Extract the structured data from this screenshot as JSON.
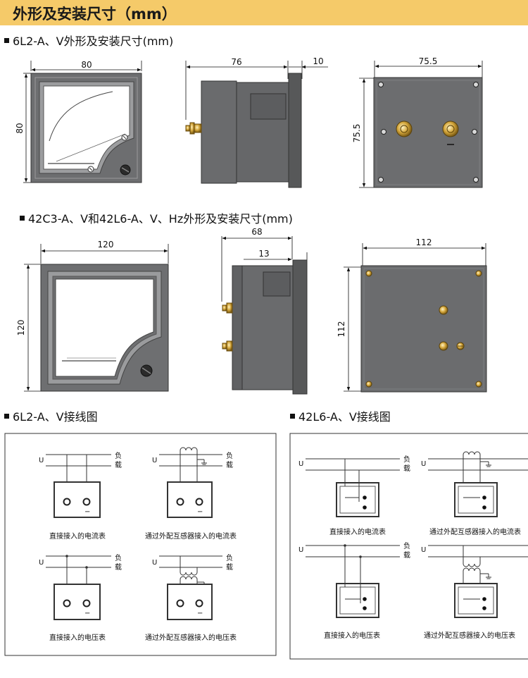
{
  "header": {
    "title": "外形及安装尺寸（mm）"
  },
  "sections": {
    "s1": "6L2-A、V外形及安装尺寸(mm)",
    "s2": "42C3-A、V和42L6-A、V、Hz外形及安装尺寸(mm)",
    "s3": "6L2-A、V接线图",
    "s4": "42L6-A、V接线图"
  },
  "dims": {
    "d80w": "80",
    "d80h": "80",
    "d76": "76",
    "d10": "10",
    "d755w": "75.5",
    "d755h": "75.5",
    "d120w": "120",
    "d120h": "120",
    "d68": "68",
    "d13": "13",
    "d112w": "112",
    "d112h": "112"
  },
  "wiring": {
    "u": "U",
    "load1": "负",
    "load2": "载",
    "minus": "−",
    "cap_direct_ammeter": "直接接入的电流表",
    "cap_ct_ammeter": "通过外配互感器接入的电流表",
    "cap_direct_voltmeter": "直接接入的电压表",
    "cap_pt_voltmeter": "通过外配互感器接入的电压表"
  },
  "colors": {
    "banner": "#f5ca69",
    "panel": "#6a6b6d",
    "terminal": "#d4a63a"
  }
}
